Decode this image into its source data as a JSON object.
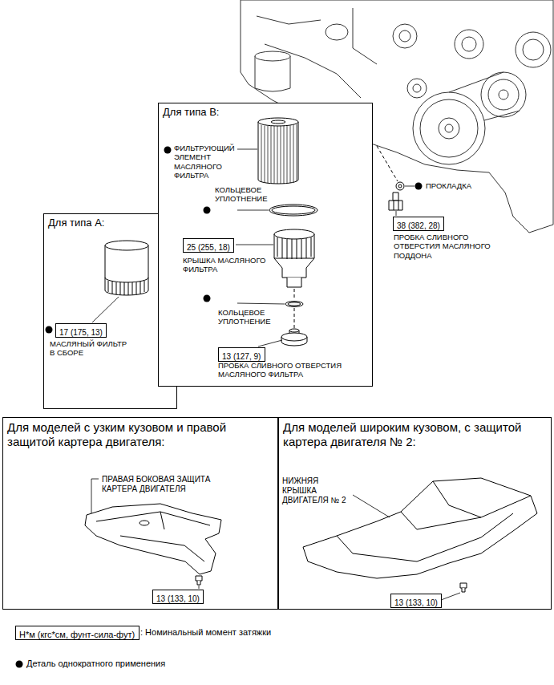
{
  "diagram": {
    "nodes": [
      {
        "text": [
          "Для типа B:"
        ]
      },
      {
        "text": [
          "25 (255, 18)"
        ],
        "in": 0
      },
      {
        "text": [
          "13 (127, 9)"
        ],
        "in": 0
      },
      {
        "text": [
          "Для типа A:"
        ]
      },
      {
        "text": [
          "17 (175, 13)"
        ],
        "in": 3
      },
      {
        "text": [
          "38 (382, 28)"
        ]
      },
      {
        "text": [
          "Для моделей с узким кузовом и правой защитой картера двигателя:"
        ]
      },
      {
        "text": [
          "13 (133, 10)"
        ],
        "in": 6
      },
      {
        "text": [
          "Для моделей широким кузовом, с защитой картера двигателя № 2:"
        ]
      },
      {
        "text": [
          "13 (133, 10)"
        ],
        "in": 8
      },
      {
        "text": [
          "Н*м (кгс*см, фунт-сила-фут)"
        ]
      }
    ],
    "labels": [
      "ФИЛЬТРУЮЩИЙ ЭЛЕМЕНТ МАСЛЯНОГО ФИЛЬТРА",
      "КОЛЬЦЕВОЕ УПЛОТНЕНИЕ",
      "КРЫШКА МАСЛЯНОГО ФИЛЬТРА",
      "КОЛЬЦЕВОЕ УПЛОТНЕНИЕ",
      "ПРОБКА СЛИВНОГО ОТВЕРСТИЯ МАСЛЯНОГО ФИЛЬТРА",
      "МАСЛЯНЫЙ ФИЛЬТР В СБОРЕ",
      "ПРОКЛАДКА",
      "ПРОБКА СЛИВНОГО ОТВЕРСТИЯ МАСЛЯНОГО ПОДДОНА",
      "ПРАВАЯ БОКОВАЯ ЗАЩИТА КАРТЕРА ДВИГАТЕЛЯ",
      "НИЖНЯЯ КРЫШКА ДВИГАТЕЛЯ № 2"
    ],
    "legend": [
      {
        "text": ": Номинальный момент затяжки"
      },
      {
        "text": "Деталь однократного применения"
      }
    ]
  }
}
